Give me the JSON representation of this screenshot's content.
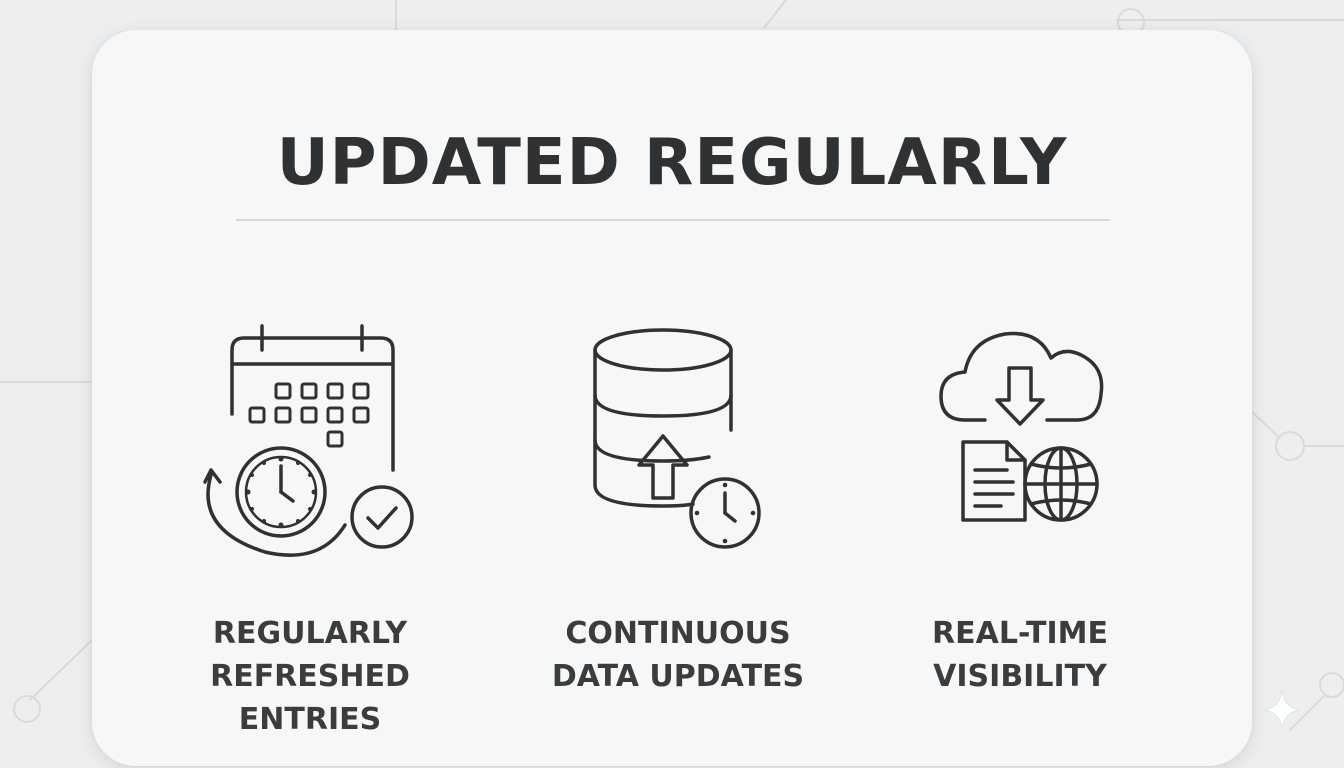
{
  "title": "UPDATED REGULARLY",
  "features": [
    {
      "icon": "calendar-clock-check-icon",
      "label": "REGULARLY\nREFRESHED\nENTRIES"
    },
    {
      "icon": "database-upload-clock-icon",
      "label": "CONTINUOUS\nDATA UPDATES"
    },
    {
      "icon": "cloud-document-globe-icon",
      "label": "REAL-TIME\nVISIBILITY"
    }
  ],
  "colors": {
    "background": "#eceeef",
    "card": "#f7f7f7",
    "ink": "#2f3133"
  }
}
